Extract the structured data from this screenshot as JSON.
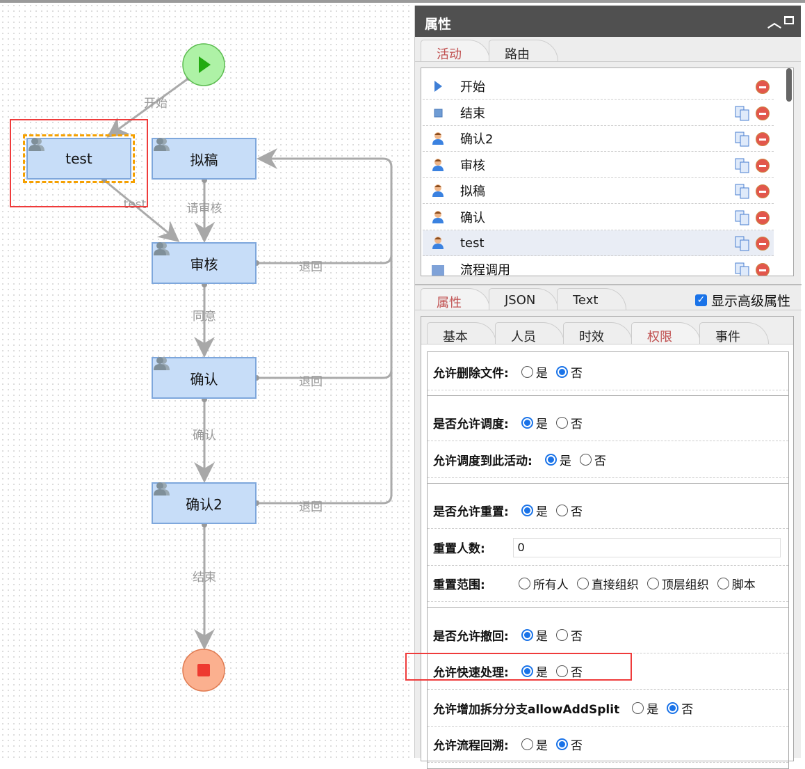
{
  "flow": {
    "nodes": [
      "test",
      "拟稿",
      "审核",
      "确认",
      "确认2"
    ],
    "edges": {
      "start": "开始",
      "test": "test",
      "submit": "请审核",
      "agree": "同意",
      "confirm": "确认",
      "end": "结束",
      "back1": "退回",
      "back2": "退回",
      "back3": "退回"
    }
  },
  "panel": {
    "title": "属性",
    "top_tabs": [
      "活动",
      "路由"
    ],
    "activities": [
      {
        "name": "开始",
        "icon": "start-icon"
      },
      {
        "name": "结束",
        "icon": "end-icon"
      },
      {
        "name": "确认2",
        "icon": "user-icon"
      },
      {
        "name": "审核",
        "icon": "user-icon"
      },
      {
        "name": "拟稿",
        "icon": "user-icon"
      },
      {
        "name": "确认",
        "icon": "user-icon"
      },
      {
        "name": "test",
        "icon": "user-icon"
      },
      {
        "name": "流程调用",
        "icon": "subprocess-icon"
      }
    ],
    "mid_tabs": [
      "属性",
      "JSON",
      "Text"
    ],
    "show_advanced": "显示高级属性",
    "sub_tabs": [
      "基本",
      "人员",
      "时效",
      "权限",
      "事件"
    ],
    "yes": "是",
    "no": "否",
    "fields": {
      "allow_delete_file": "允许删除文件:",
      "allow_dispatch": "是否允许调度:",
      "allow_dispatch_to": "允许调度到此活动:",
      "allow_reset": "是否允许重置:",
      "reset_count": "重置人数:",
      "reset_count_value": "0",
      "reset_scope": "重置范围:",
      "scope_options": [
        "所有人",
        "直接组织",
        "顶层组织",
        "脚本"
      ],
      "allow_retract": "是否允许撤回:",
      "allow_quick": "允许快速处理:",
      "allow_split": "允许增加拆分分支allowAddSplit",
      "allow_rollback": "允许流程回溯:"
    }
  }
}
